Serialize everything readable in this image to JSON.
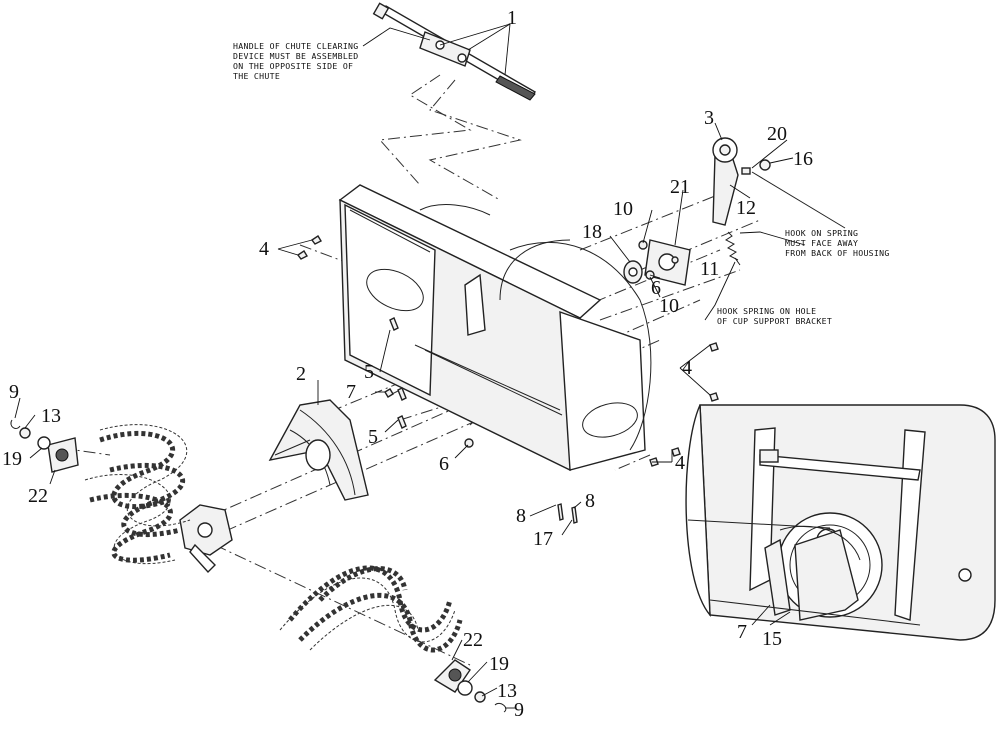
{
  "callouts": {
    "c1": "1",
    "c2": "2",
    "c3": "3",
    "c4a": "4",
    "c4b": "4",
    "c4c": "4",
    "c5a": "5",
    "c5b": "5",
    "c6a": "6",
    "c6b": "6",
    "c7a": "7",
    "c7b": "7",
    "c8a": "8",
    "c8b": "8",
    "c9a": "9",
    "c9b": "9",
    "c10a": "10",
    "c10b": "10",
    "c11": "11",
    "c12": "12",
    "c13a": "13",
    "c13b": "13",
    "c15": "15",
    "c16": "16",
    "c17": "17",
    "c18": "18",
    "c19a": "19",
    "c19b": "19",
    "c20": "20",
    "c21": "21",
    "c22a": "22",
    "c22b": "22"
  },
  "notes": {
    "chute_line1": "HANDLE OF CHUTE CLEARING",
    "chute_line2": "DEVICE MUST BE ASSEMBLED",
    "chute_line3": "ON THE OPPOSITE SIDE OF",
    "chute_line4": "THE CHUTE",
    "hook_face_line1": "HOOK ON SPRING",
    "hook_face_line2": "MUST FACE AWAY",
    "hook_face_line3": "FROM BACK OF HOUSING",
    "hook_hole_line1": "HOOK SPRING ON HOLE",
    "hook_hole_line2": "OF CUP SUPPORT BRACKET"
  },
  "colors": {
    "ink": "#111111",
    "paper": "#ffffff",
    "fill": "#f2f2f2"
  }
}
